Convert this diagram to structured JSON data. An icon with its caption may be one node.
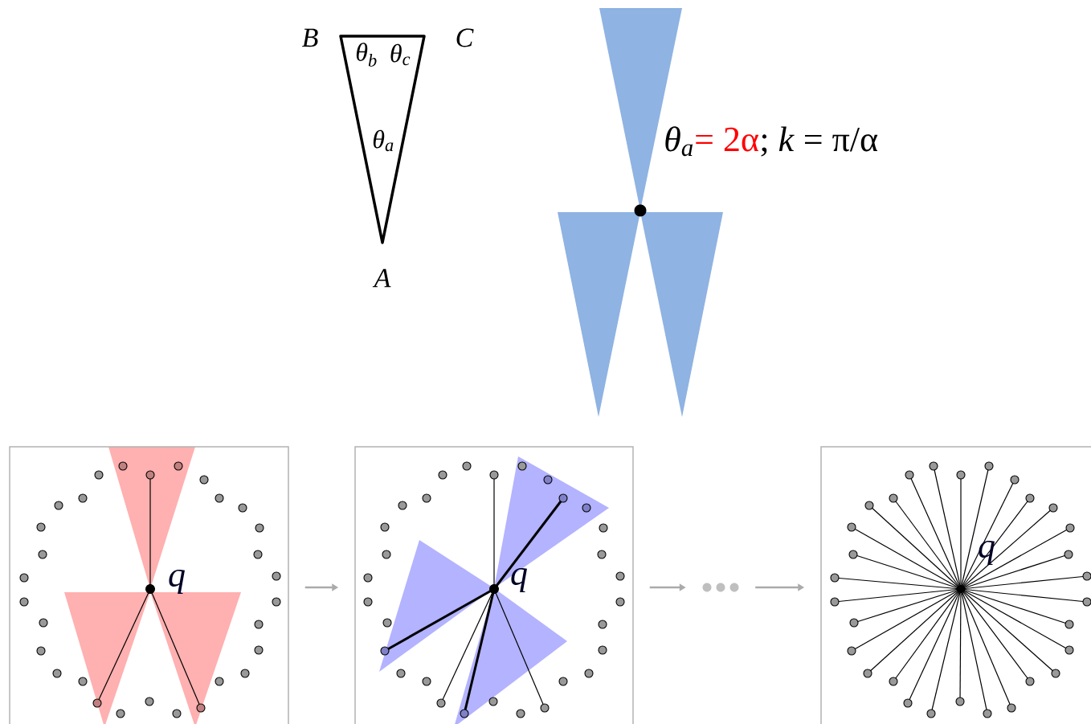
{
  "diagram": {
    "nodes": [
      {
        "text": [
          "q"
        ]
      },
      {
        "text": [
          "q"
        ]
      },
      {
        "text": [],
        "shape": "dots"
      },
      {
        "text": [
          "q"
        ]
      }
    ],
    "edges": [
      {
        "from": 0,
        "to": 1,
        "arrow": "to"
      },
      {
        "from": 1,
        "to": 2,
        "arrow": "to"
      },
      {
        "from": 2,
        "to": 3,
        "arrow": "to"
      }
    ],
    "labels": [
      "B",
      "C",
      "θ$_{b}$",
      "θ$_{c}$",
      "θ$_{a}$",
      "A",
      "θ$_{a}$",
      "= 2α",
      "; *k* = π/α"
    ]
  }
}
